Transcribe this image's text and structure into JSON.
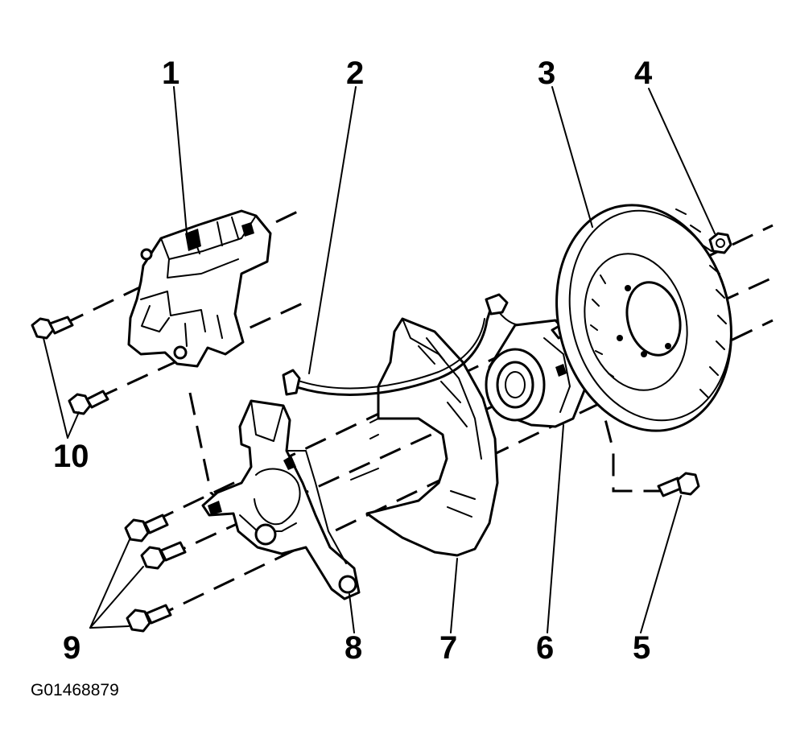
{
  "callouts": {
    "c1": "1",
    "c2": "2",
    "c3": "3",
    "c4": "4",
    "c5": "5",
    "c6": "6",
    "c7": "7",
    "c8": "8",
    "c9": "9",
    "c10": "10"
  },
  "figure_id": "G01468879",
  "colors": {
    "ink": "#000000",
    "background": "#ffffff"
  }
}
